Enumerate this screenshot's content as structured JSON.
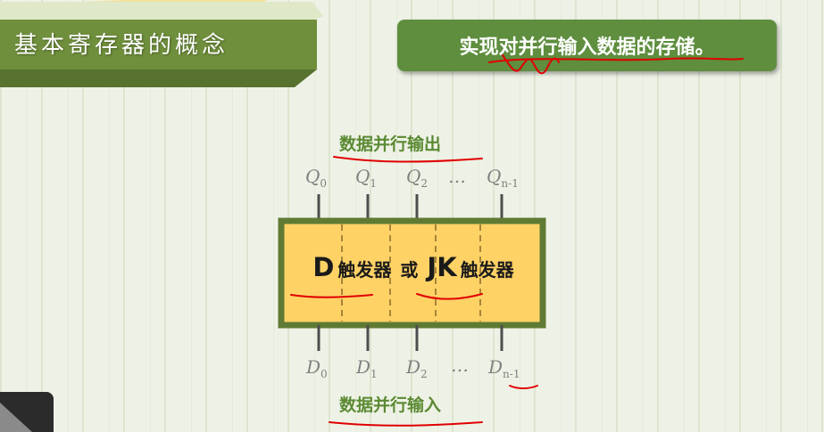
{
  "title": "基本寄存器的概念",
  "subtitle": "实现对并行输入数据的存储。",
  "output_label": "数据并行输出",
  "input_label": "数据并行输入",
  "outputs": {
    "q0_base": "Q",
    "q0_sub": "0",
    "q1_base": "Q",
    "q1_sub": "1",
    "q2_base": "Q",
    "q2_sub": "2",
    "ellipsis": "…",
    "qn_base": "Q",
    "qn_sub": "n-1"
  },
  "inputs": {
    "d0_base": "D",
    "d0_sub": "0",
    "d1_base": "D",
    "d1_sub": "1",
    "d2_base": "D",
    "d2_sub": "2",
    "ellipsis": "…",
    "dn_base": "D",
    "dn_sub": "n-1"
  },
  "block": {
    "d": "D",
    "trigger1": "触发器",
    "or": "或",
    "jk": "JK",
    "trigger2": "触发器"
  },
  "colors": {
    "title_band": "#6f8f3c",
    "subtitle_bg": "#5e8e3e",
    "block_fill": "#ffd266",
    "block_border": "#5f7a33",
    "label_green": "#5b8a33",
    "annotation": "#e00000"
  }
}
